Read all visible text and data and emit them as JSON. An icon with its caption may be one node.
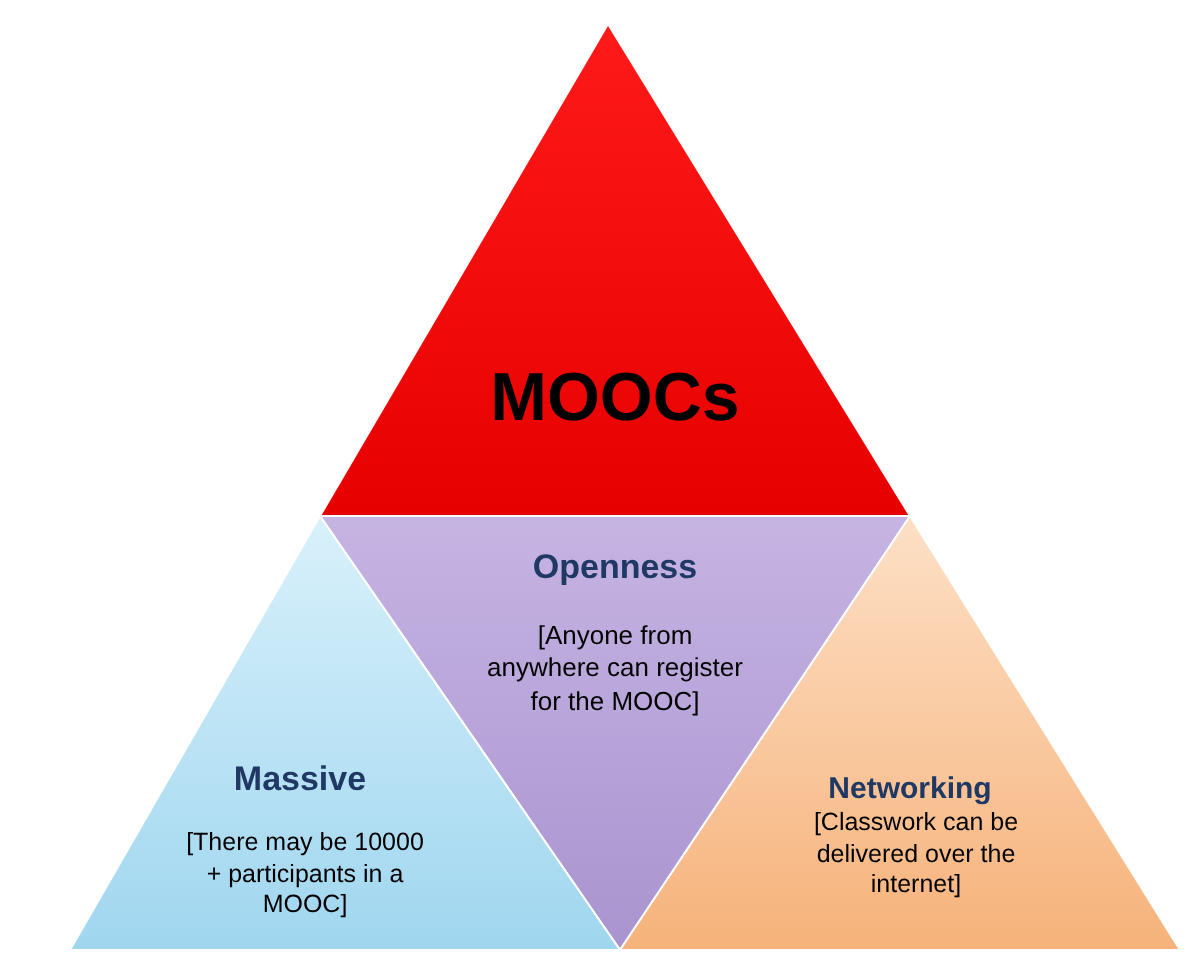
{
  "diagram": {
    "nodes": [
      {
        "text": [
          "MOOCs"
        ]
      },
      {
        "text": [
          "Openness",
          "[Anyone from anywhere can register for the MOOC]"
        ]
      },
      {
        "text": [
          "Massive",
          "[There may be 10000 + participants in a MOOC]"
        ]
      },
      {
        "text": [
          "Networking",
          "[Classwork can be delivered over the internet]"
        ]
      }
    ]
  }
}
